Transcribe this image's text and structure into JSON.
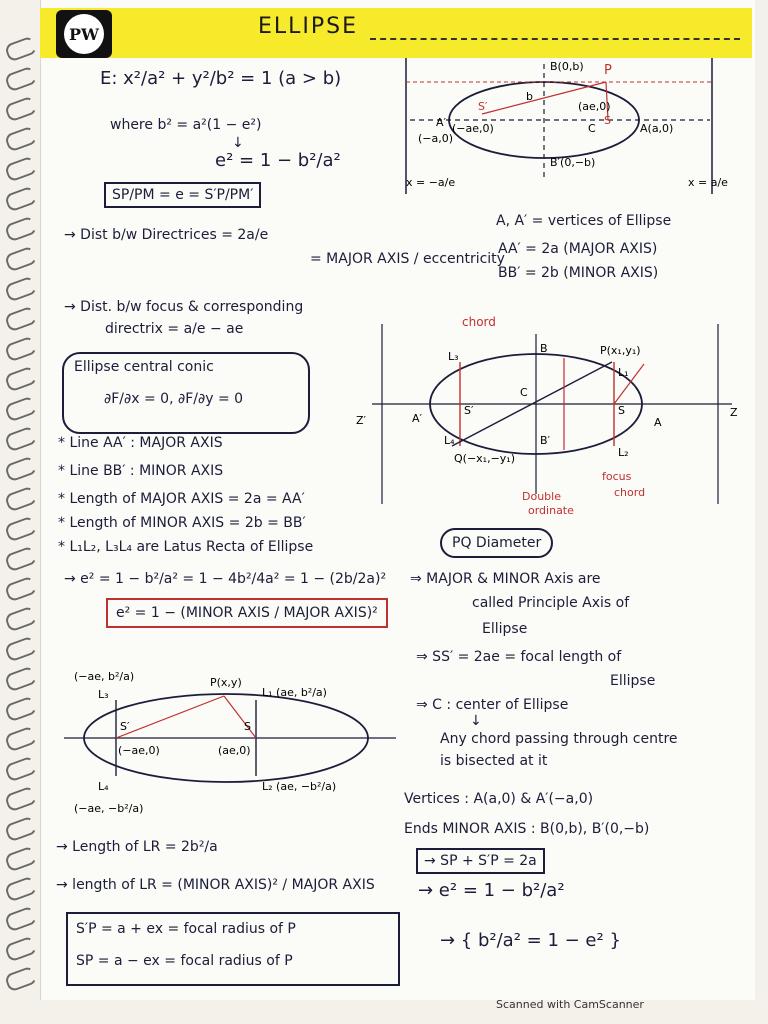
{
  "header": {
    "logo_text": "PW",
    "title": "ELLIPSE"
  },
  "left": {
    "eq1": "E: x²/a² + y²/b² = 1  (a > b)",
    "eq2": "where b² = a²(1 − e²)",
    "arrow": "↓",
    "eq3": "e² = 1 − b²/a²",
    "eq4": "SP/PM = e = S′P/PM′",
    "eq5": "→  Dist b/w Directrices = 2a/e",
    "eq6": "= MAJOR AXIS / eccentricity",
    "eq7": "→  Dist. b/w focus & corresponding",
    "eq8": "directrix = a/e − ae",
    "cloud_title": "Ellipse central conic",
    "cloud_eq": "∂F/∂x = 0,  ∂F/∂y = 0",
    "bullets": [
      "* Line AA′ : MAJOR AXIS",
      "* Line BB′ : MINOR AXIS",
      "* Length of MAJOR AXIS = 2a = AA′",
      "* Length of MINOR AXIS = 2b = BB′",
      "* L₁L₂, L₃L₄ are Latus Recta of Ellipse"
    ],
    "eq9": "→  e² = 1 − b²/a² = 1 − 4b²/4a² = 1 − (2b/2a)²",
    "redbox": "e² = 1 − (MINOR AXIS / MAJOR AXIS)²",
    "lr1": "→  Length of LR = 2b²/a",
    "lr2": "→  length of LR = (MINOR AXIS)² / MAJOR AXIS",
    "fr1": "S′P = a + ex = focal radius of P",
    "fr2": "SP = a − ex = focal radius of P"
  },
  "right": {
    "v1": "A, A′ = vertices of Ellipse",
    "v2": "AA′ = 2a  (MAJOR AXIS)",
    "v3": "BB′ = 2b  (MINOR AXIS)",
    "pq": "PQ Diameter",
    "p1": "⇒ MAJOR & MINOR Axis are",
    "p2": "called Principle Axis of",
    "p3": "Ellipse",
    "f1": "⇒ SS′ = 2ae = focal length of",
    "f2": "Ellipse",
    "c1": "⇒ C : center of Ellipse",
    "c2": "↓",
    "c3": "Any chord passing through centre",
    "c4": "is bisected at it",
    "vt": "Vertices : A(a,0) & A′(−a,0)",
    "en": "Ends MINOR AXIS : B(0,b), B′(0,−b)",
    "sp": "→  SP + S′P = 2a",
    "e2": "→  e² = 1 − b²/a²",
    "last": "→ { b²/a² = 1 − e² }"
  },
  "fig1": {
    "B": "B(0,b)",
    "P": "P",
    "S1": "S′",
    "b": "b",
    "Aprime": "A′",
    "A": "A(a,0)",
    "negA": "(−a,0)",
    "negAe": "(−ae,0)",
    "ae": "(ae,0)",
    "S": "S",
    "C": "C",
    "Bprime": "B′(0,−b)",
    "dir1": "x = −a/e",
    "dir2": "x = a/e"
  },
  "fig2": {
    "chord": "chord",
    "L3": "L₃",
    "B": "B",
    "P": "P(x₁,y₁)",
    "L1": "L₁",
    "C": "C",
    "Z1": "Z′",
    "Z": "Z",
    "A1": "A′",
    "S1": "S′",
    "S": "S",
    "A": "A",
    "L4": "L₄",
    "Q": "Q(−x₁,−y₁)",
    "B1": "B′",
    "L2": "L₂",
    "double": "Double",
    "ordinate": "ordinate",
    "focus": "focus",
    "chord2": "chord"
  },
  "fig3": {
    "L3c": "(−ae, b²/a)",
    "L3": "L₃",
    "P": "P(x,y)",
    "L1": "L₁ (ae, b²/a)",
    "S1": "S′",
    "S": "S",
    "negAe": "(−ae,0)",
    "ae": "(ae,0)",
    "L4": "L₄",
    "L4c": "(−ae, −b²/a)",
    "L2": "L₂ (ae, −b²/a)"
  },
  "footer": {
    "scanner": "Scanned with CamScanner"
  }
}
